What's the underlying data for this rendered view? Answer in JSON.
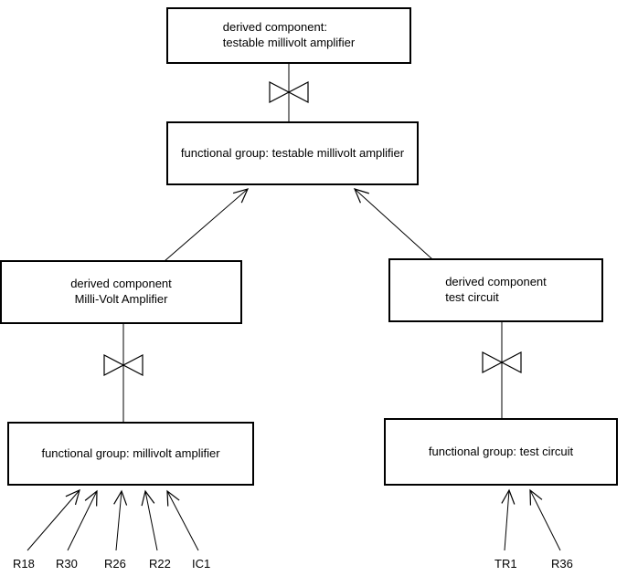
{
  "diagram": {
    "boxes": {
      "top_derived": {
        "line1": "derived component:",
        "line2": "testable millivolt amplifier"
      },
      "top_group": {
        "label": "functional group: testable millivolt amplifier"
      },
      "left_derived": {
        "line1": "derived component",
        "line2": "Milli-Volt Amplifier"
      },
      "left_group": {
        "label": "functional group: millivolt amplifier"
      },
      "right_derived": {
        "line1": "derived component",
        "line2": "test circuit"
      },
      "right_group": {
        "label": "functional group: test circuit"
      }
    },
    "leaf_labels": {
      "r18": "R18",
      "r30": "R30",
      "r26": "R26",
      "r22": "R22",
      "ic1": "IC1",
      "tr1": "TR1",
      "r36": "R36"
    },
    "colors": {
      "line": "#000000",
      "background": "#ffffff"
    }
  }
}
